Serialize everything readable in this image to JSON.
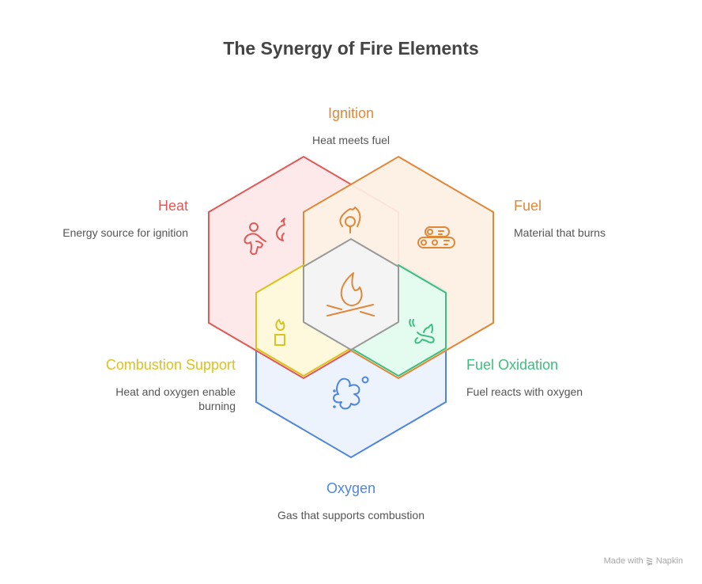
{
  "title": "The Synergy of Fire Elements",
  "colors": {
    "heat": "#e05a58",
    "fuel": "#e0883a",
    "ignition": "#e0883a",
    "combustion_support": "#dcc21a",
    "fuel_oxidation": "#3cbf7e",
    "oxygen": "#4f86dd",
    "center": "#999999"
  },
  "elements": {
    "ignition": {
      "label": "Ignition",
      "description": "Heat meets fuel",
      "icon": "lightbulb-flame-icon"
    },
    "heat": {
      "label": "Heat",
      "description": "Energy source for ignition",
      "icon": "running-person-flame-icon"
    },
    "fuel": {
      "label": "Fuel",
      "description": "Material that burns",
      "icon": "logs-icon"
    },
    "combustion_support": {
      "label": "Combustion Support",
      "description": "Heat and oxygen enable burning",
      "icon": "candle-flame-icon"
    },
    "fuel_oxidation": {
      "label": "Fuel Oxidation",
      "description": "Fuel reacts with oxygen",
      "icon": "burning-log-icon"
    },
    "oxygen": {
      "label": "Oxygen",
      "description": "Gas that supports combustion",
      "icon": "gas-cloud-icon"
    },
    "fire": {
      "icon": "campfire-icon"
    }
  },
  "credit": {
    "prefix": "Made with",
    "brand": "Napkin"
  }
}
